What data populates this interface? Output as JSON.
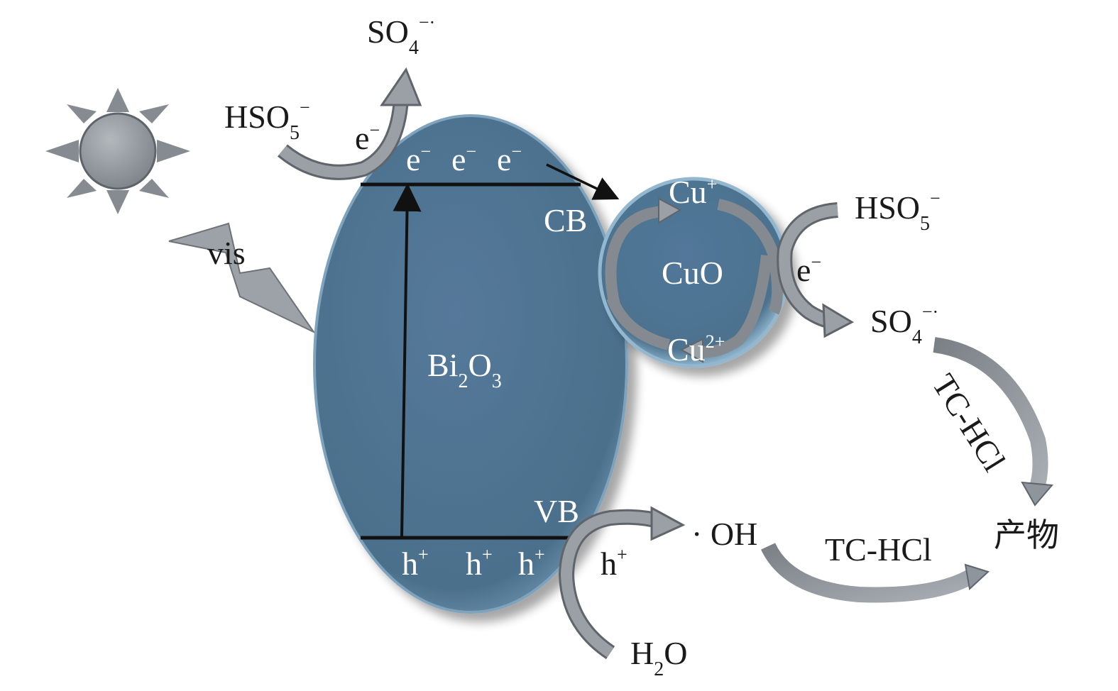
{
  "labels": {
    "so4_radical_top": {
      "base": "SO",
      "sub": "4",
      "sup": "−·"
    },
    "hso5_left": {
      "base": "HSO",
      "sub": "5",
      "sup": "−"
    },
    "e_minus_left": {
      "base": "e",
      "sup": "−"
    },
    "e_minus_cb_1": {
      "base": "e",
      "sup": "−"
    },
    "e_minus_cb_2": {
      "base": "e",
      "sup": "−"
    },
    "e_minus_cb_3": {
      "base": "e",
      "sup": "−"
    },
    "cb": "CB",
    "vb": "VB",
    "vis": "vis",
    "bi2o3": {
      "p1": "Bi",
      "s1": "2",
      "p2": "O",
      "s2": "3"
    },
    "h_plus_vb_1": {
      "base": "h",
      "sup": "+"
    },
    "h_plus_vb_2": {
      "base": "h",
      "sup": "+"
    },
    "h_plus_vb_3": {
      "base": "h",
      "sup": "+"
    },
    "h_plus_out": {
      "base": "h",
      "sup": "+"
    },
    "h2o": {
      "p1": "H",
      "s1": "2",
      "p2": "O"
    },
    "oh_radical": "· OH",
    "cu_plus": {
      "base": "Cu",
      "sup": "+"
    },
    "cu_2plus": {
      "base": "Cu",
      "sup": "2+"
    },
    "cuo": "CuO",
    "hso5_right": {
      "base": "HSO",
      "sub": "5",
      "sup": "−"
    },
    "e_minus_right": {
      "base": "e",
      "sup": "−"
    },
    "so4_radical_right": {
      "base": "SO",
      "sub": "4",
      "sup": "−·"
    },
    "tc_hcl_diagonal": "TC-HCl",
    "tc_hcl_bottom": "TC-HCl",
    "product": "产物"
  },
  "colors": {
    "particle_fill": "#4f7591",
    "particle_rim": "#8fb4cc",
    "arrow_grey": "#8e959c",
    "arrow_dark": "#5c6268",
    "sun": "#8a9096",
    "text_dark": "#1a1a1a",
    "text_light": "#ffffff"
  }
}
